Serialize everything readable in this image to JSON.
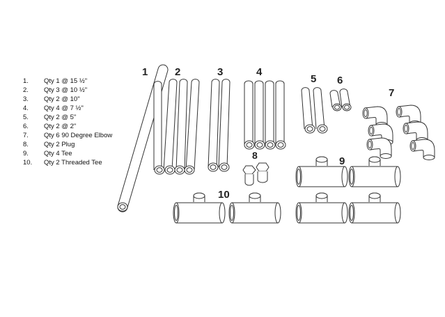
{
  "parts_list": [
    {
      "num": "1.",
      "desc": "Qty 1 @ 15 ½\""
    },
    {
      "num": "2.",
      "desc": "Qty 3 @ 10 ½\""
    },
    {
      "num": "3.",
      "desc": "Qty 2 @ 10\""
    },
    {
      "num": "4.",
      "desc": "Qty 4 @ 7 ½\""
    },
    {
      "num": "5.",
      "desc": "Qty 2 @ 5\""
    },
    {
      "num": "6.",
      "desc": "Qty 2 @ 2\""
    },
    {
      "num": "7.",
      "desc": "Qty 6 90 Degree Elbow"
    },
    {
      "num": "8.",
      "desc": "Qty 2 Plug"
    },
    {
      "num": "9.",
      "desc": "Qty 4 Tee"
    },
    {
      "num": "10.",
      "desc": "Qty 2 Threaded Tee"
    }
  ],
  "group_labels": {
    "g1": "1",
    "g2": "2",
    "g3": "3",
    "g4": "4",
    "g5": "5",
    "g6": "6",
    "g7": "7",
    "g8": "8",
    "g9": "9",
    "g10": "10"
  }
}
